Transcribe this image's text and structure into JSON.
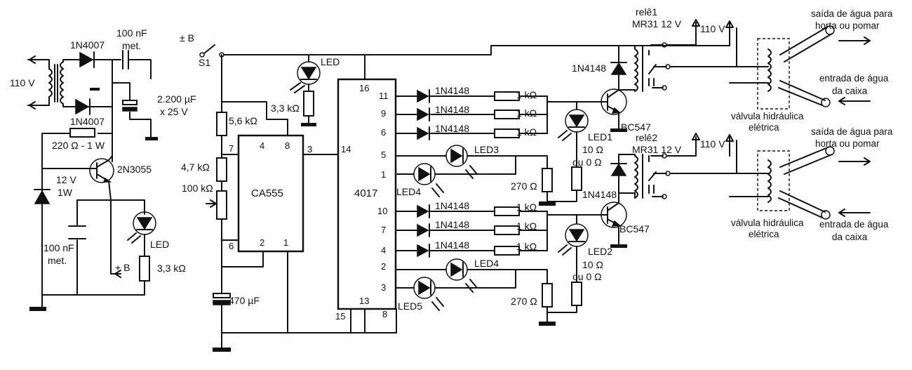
{
  "power_supply": {
    "mains": "110 V",
    "diode_top": "1N4007",
    "diode_bottom": "1N4007",
    "cap_nf": "100 nF",
    "cap_nf_type": "met.",
    "filter_cap_value": "2.200 µF",
    "filter_cap_voltage": "x 25 V",
    "resistor": "220 Ω - 1 W",
    "zener_v": "12 V",
    "zener_w": "1W",
    "transistor": "2N3055",
    "out_cap": "100 nF",
    "out_cap_type": "met.",
    "led": "LED",
    "led_resistor": "3,3 kΩ",
    "output": "+ B"
  },
  "timer": {
    "supply": "± B",
    "switch": "S1",
    "led": "LED",
    "led_resistor": "3,3 kΩ",
    "r1": "5,6 kΩ",
    "r2": "4,7 kΩ",
    "pot": "100 kΩ",
    "cap": "470 µF",
    "ic": "CA555",
    "pins": [
      "4",
      "8",
      "3",
      "7",
      "6",
      "2",
      "1"
    ]
  },
  "counter": {
    "ic": "4017",
    "pin_clock": "14",
    "pin_vdd": "16",
    "pins_bottom": [
      "15",
      "13",
      "8"
    ],
    "outputs": [
      {
        "pin": "11",
        "part": "1N4148",
        "resistor": "1 kΩ"
      },
      {
        "pin": "9",
        "part": "1N4148",
        "resistor": "1 kΩ"
      },
      {
        "pin": "6",
        "part": "1N4148",
        "resistor": "1 kΩ"
      },
      {
        "pin": "5",
        "part": "LED3"
      },
      {
        "pin": "1",
        "part": "LED4"
      },
      {
        "pin": "10",
        "part": "1N4148",
        "resistor": "1 kΩ"
      },
      {
        "pin": "7",
        "part": "1N4148",
        "resistor": "1 kΩ"
      },
      {
        "pin": "4",
        "part": "1N4148",
        "resistor": "1 kΩ"
      },
      {
        "pin": "2",
        "part": "LED4"
      },
      {
        "pin": "3",
        "part": "LED5"
      }
    ],
    "led_resistor": "270 Ω"
  },
  "channel_1": {
    "relay_label": "relê1",
    "relay_model": "MR31 12 V",
    "diode": "1N4148",
    "transistor": "BC547",
    "led": "LED1",
    "res_value": "10 Ω",
    "res_alt": "ou 0 Ω",
    "supply": "110 V",
    "valve_line1": "válvula hidráulica",
    "valve_line2": "elétrica",
    "out_line1": "saída de água para",
    "out_line2": "horta ou pomar",
    "in_line1": "entrada de água",
    "in_line2": "da caixa"
  },
  "channel_2": {
    "relay_label": "relê2",
    "relay_model": "MR31 12 V",
    "diode": "1N4148",
    "transistor": "BC547",
    "led": "LED2",
    "res_value": "10 Ω",
    "res_alt": "ou 0 Ω",
    "supply": "110 V",
    "valve_line1": "válvula hidráulica",
    "valve_line2": "elétrica",
    "out_line1": "saída de água para",
    "out_line2": "horta ou pomar",
    "in_line1": "entrada de água",
    "in_line2": "da caixa"
  }
}
